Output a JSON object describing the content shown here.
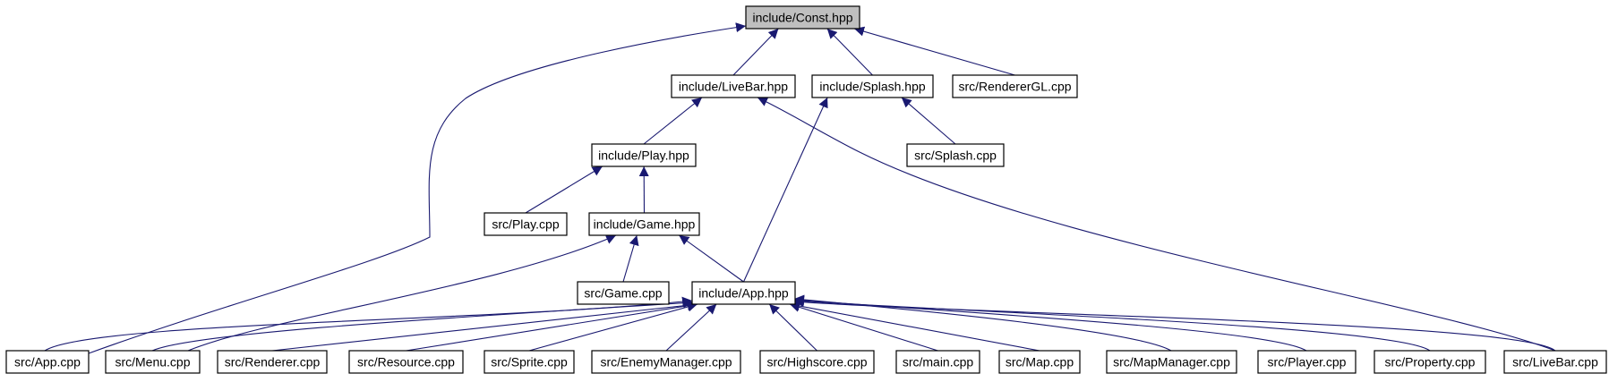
{
  "colors": {
    "edge": "#191970",
    "node_border": "#000000",
    "node_fill": "#ffffff",
    "root_fill": "#bfbfbf"
  },
  "nodes": [
    {
      "id": "const",
      "label": "include/Const.hpp",
      "root": true
    },
    {
      "id": "livebar_h",
      "label": "include/LiveBar.hpp"
    },
    {
      "id": "splash_h",
      "label": "include/Splash.hpp"
    },
    {
      "id": "renderergl",
      "label": "src/RendererGL.cpp"
    },
    {
      "id": "play_h",
      "label": "include/Play.hpp"
    },
    {
      "id": "splash_c",
      "label": "src/Splash.cpp"
    },
    {
      "id": "play_c",
      "label": "src/Play.cpp"
    },
    {
      "id": "game_h",
      "label": "include/Game.hpp"
    },
    {
      "id": "game_c",
      "label": "src/Game.cpp"
    },
    {
      "id": "app_h",
      "label": "include/App.hpp"
    },
    {
      "id": "app_c",
      "label": "src/App.cpp"
    },
    {
      "id": "menu_c",
      "label": "src/Menu.cpp"
    },
    {
      "id": "renderer_c",
      "label": "src/Renderer.cpp"
    },
    {
      "id": "resource_c",
      "label": "src/Resource.cpp"
    },
    {
      "id": "sprite_c",
      "label": "src/Sprite.cpp"
    },
    {
      "id": "enemymanager_c",
      "label": "src/EnemyManager.cpp"
    },
    {
      "id": "highscore_c",
      "label": "src/Highscore.cpp"
    },
    {
      "id": "main_c",
      "label": "src/main.cpp"
    },
    {
      "id": "map_c",
      "label": "src/Map.cpp"
    },
    {
      "id": "mapmanager_c",
      "label": "src/MapManager.cpp"
    },
    {
      "id": "player_c",
      "label": "src/Player.cpp"
    },
    {
      "id": "property_c",
      "label": "src/Property.cpp"
    },
    {
      "id": "livebar_c",
      "label": "src/LiveBar.cpp"
    }
  ],
  "edges": [
    {
      "from": "livebar_h",
      "to": "const"
    },
    {
      "from": "splash_h",
      "to": "const"
    },
    {
      "from": "renderergl",
      "to": "const"
    },
    {
      "from": "app_c",
      "to": "const"
    },
    {
      "from": "play_h",
      "to": "livebar_h"
    },
    {
      "from": "livebar_c",
      "to": "livebar_h"
    },
    {
      "from": "splash_c",
      "to": "splash_h"
    },
    {
      "from": "app_h",
      "to": "splash_h"
    },
    {
      "from": "play_c",
      "to": "play_h"
    },
    {
      "from": "game_h",
      "to": "play_h"
    },
    {
      "from": "game_c",
      "to": "game_h"
    },
    {
      "from": "app_h",
      "to": "game_h"
    },
    {
      "from": "menu_c",
      "to": "game_h"
    },
    {
      "from": "app_c",
      "to": "app_h"
    },
    {
      "from": "menu_c",
      "to": "app_h"
    },
    {
      "from": "renderer_c",
      "to": "app_h"
    },
    {
      "from": "resource_c",
      "to": "app_h"
    },
    {
      "from": "sprite_c",
      "to": "app_h"
    },
    {
      "from": "enemymanager_c",
      "to": "app_h"
    },
    {
      "from": "highscore_c",
      "to": "app_h"
    },
    {
      "from": "main_c",
      "to": "app_h"
    },
    {
      "from": "map_c",
      "to": "app_h"
    },
    {
      "from": "mapmanager_c",
      "to": "app_h"
    },
    {
      "from": "player_c",
      "to": "app_h"
    },
    {
      "from": "property_c",
      "to": "app_h"
    },
    {
      "from": "livebar_c",
      "to": "app_h"
    }
  ]
}
